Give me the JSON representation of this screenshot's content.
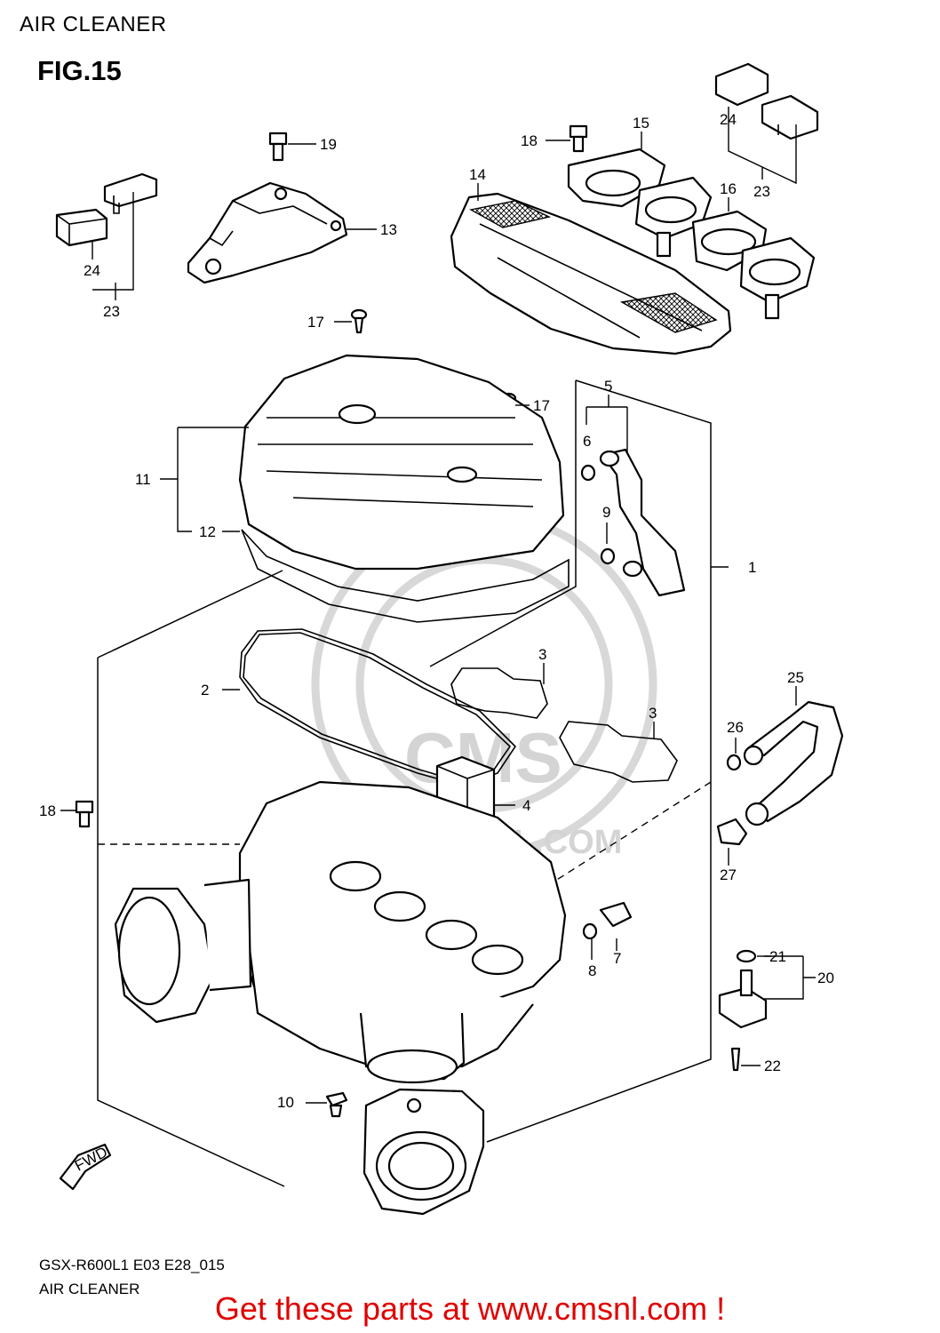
{
  "header": {
    "section": "AIR CLEANER"
  },
  "figure": {
    "title": "FIG.15"
  },
  "callouts": [
    {
      "id": "c1",
      "label": "1"
    },
    {
      "id": "c2",
      "label": "2"
    },
    {
      "id": "c3a",
      "label": "3"
    },
    {
      "id": "c3b",
      "label": "3"
    },
    {
      "id": "c4",
      "label": "4"
    },
    {
      "id": "c5",
      "label": "5"
    },
    {
      "id": "c6",
      "label": "6"
    },
    {
      "id": "c7",
      "label": "7"
    },
    {
      "id": "c8",
      "label": "8"
    },
    {
      "id": "c9",
      "label": "9"
    },
    {
      "id": "c10",
      "label": "10"
    },
    {
      "id": "c11",
      "label": "11"
    },
    {
      "id": "c12",
      "label": "12"
    },
    {
      "id": "c13",
      "label": "13"
    },
    {
      "id": "c14",
      "label": "14"
    },
    {
      "id": "c15",
      "label": "15"
    },
    {
      "id": "c16",
      "label": "16"
    },
    {
      "id": "c17a",
      "label": "17"
    },
    {
      "id": "c17b",
      "label": "17"
    },
    {
      "id": "c18a",
      "label": "18"
    },
    {
      "id": "c18b",
      "label": "18"
    },
    {
      "id": "c19",
      "label": "19"
    },
    {
      "id": "c20",
      "label": "20"
    },
    {
      "id": "c21",
      "label": "21"
    },
    {
      "id": "c22",
      "label": "22"
    },
    {
      "id": "c23a",
      "label": "23"
    },
    {
      "id": "c23b",
      "label": "23"
    },
    {
      "id": "c24a",
      "label": "24"
    },
    {
      "id": "c24b",
      "label": "24"
    },
    {
      "id": "c25",
      "label": "25"
    },
    {
      "id": "c26",
      "label": "26"
    },
    {
      "id": "c27",
      "label": "27"
    }
  ],
  "direction_marker": {
    "label": "FWD"
  },
  "watermark": {
    "text": "WWW.CMSNL.COM",
    "logo": "CMS"
  },
  "footer": {
    "model_code": "GSX-R600L1 E03 E28_015",
    "section_name": "AIR CLEANER",
    "promo": "Get these parts at www.cmsnl.com !"
  }
}
